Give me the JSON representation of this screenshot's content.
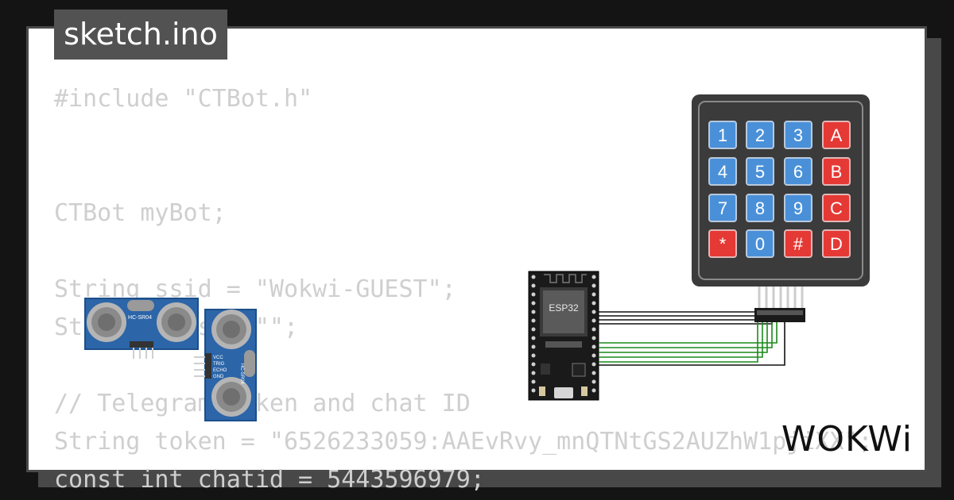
{
  "tab": {
    "title": "sketch.ino"
  },
  "code_lines": [
    "#include \"CTBot.h\"",
    "",
    "",
    "CTBot myBot;",
    "",
    "String ssid = \"Wokwi-GUEST\";",
    "String pass = \"\";",
    "",
    "// Telegram token and chat ID",
    "String token = \"6526233059:AAEvRvy_mnQTNtGS2AUZhW1pjiXX\";",
    "const int chatid = 5443596979;"
  ],
  "esp32": {
    "label": "ESP32"
  },
  "keypad": {
    "keys": [
      "1",
      "2",
      "3",
      "A",
      "4",
      "5",
      "6",
      "B",
      "7",
      "8",
      "9",
      "C",
      "*",
      "0",
      "#",
      "D"
    ]
  },
  "sensor1": {
    "label": "HC-SR04"
  },
  "sensor2": {
    "label": "HC-SR04",
    "pins": [
      "VCC",
      "TRIG",
      "ECHO",
      "GND"
    ]
  },
  "brand": {
    "name": "WOKWi"
  },
  "colors": {
    "key_blue": "#4a90d9",
    "key_red": "#e53935",
    "pcb_blue": "#2c65a8",
    "wire_black": "#111111",
    "wire_green": "#1a8a1a"
  }
}
